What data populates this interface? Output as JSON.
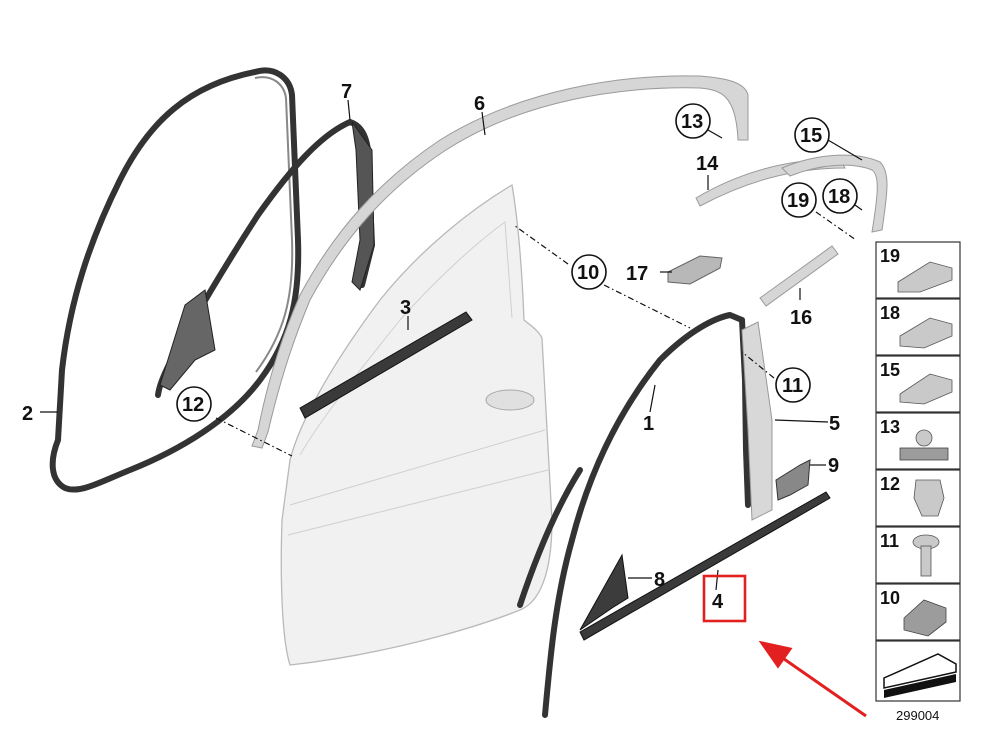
{
  "parts": [
    {
      "n": "1"
    },
    {
      "n": "2"
    },
    {
      "n": "3"
    },
    {
      "n": "4"
    },
    {
      "n": "5"
    },
    {
      "n": "6"
    },
    {
      "n": "7"
    },
    {
      "n": "8"
    },
    {
      "n": "9"
    },
    {
      "n": "10"
    },
    {
      "n": "11"
    },
    {
      "n": "12"
    },
    {
      "n": "13"
    },
    {
      "n": "14"
    },
    {
      "n": "15"
    },
    {
      "n": "16"
    },
    {
      "n": "17"
    },
    {
      "n": "18"
    },
    {
      "n": "19"
    }
  ],
  "sidebar_items": [
    "19",
    "18",
    "15",
    "13",
    "12",
    "11",
    "10"
  ],
  "diagram_id": "299004",
  "highlight": {
    "part": "4",
    "color": "#e32020"
  }
}
